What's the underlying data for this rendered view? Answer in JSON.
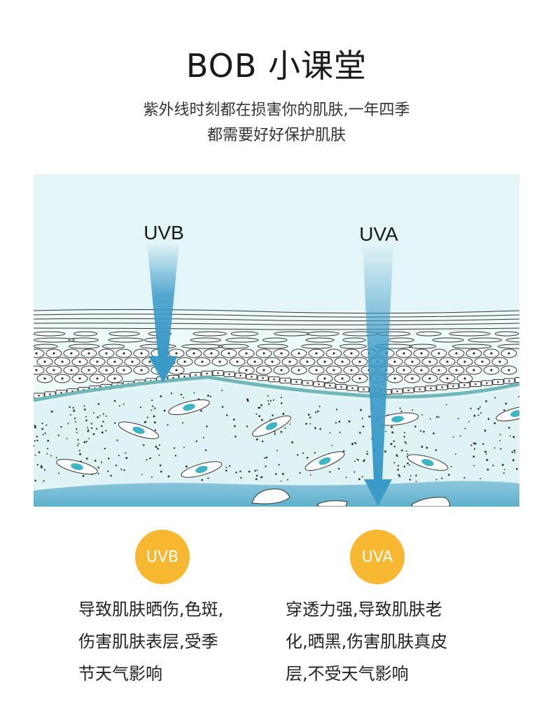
{
  "header": {
    "title": "BOB 小课堂",
    "subtitle_line1": "紫外线时刻都在损害你的肌肤,一年四季",
    "subtitle_line2": "都需要好好保护肌肤"
  },
  "diagram": {
    "uvb_label": "UVB",
    "uva_label": "UVA"
  },
  "cards": [
    {
      "badge": "UVB",
      "description": "导致肌肤晒伤,色斑,\n伤害肌肤表层,受季\n节天气影响"
    },
    {
      "badge": "UVA",
      "description": "穿透力强,导致肌肤老\n化,晒黑,伤害肌肤真皮\n层,不受天气影响"
    }
  ],
  "colors": {
    "badge": "#f7b731",
    "arrow": "#3a9ac8",
    "skin_bg": "#e3f5f6",
    "deep_layer": "#5fb0cc"
  }
}
